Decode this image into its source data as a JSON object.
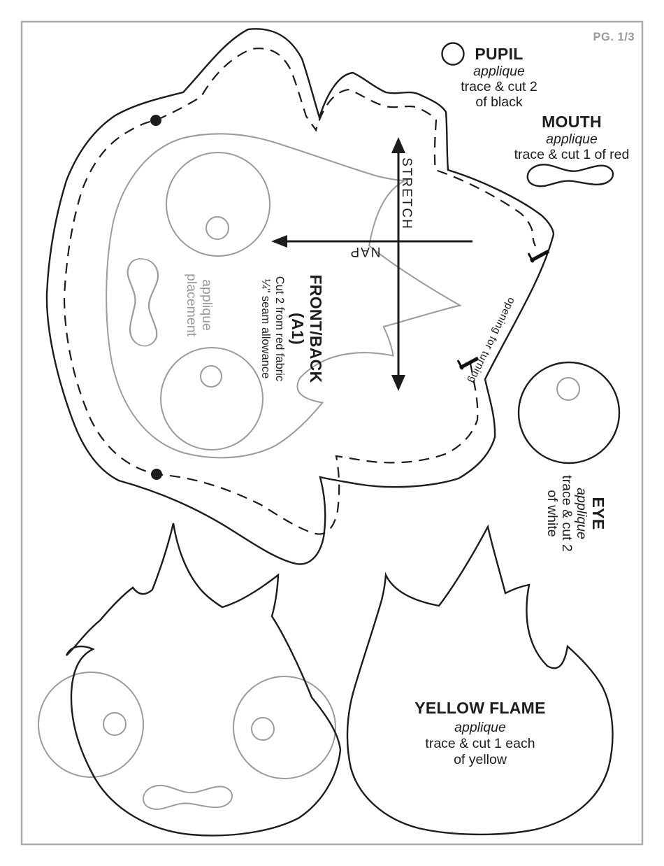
{
  "page": {
    "number_label": "PG. 1/3"
  },
  "colors": {
    "ink": "#1c1c1c",
    "applique_gray": "#9b9b9b",
    "page_border": "#ababab",
    "muted_text": "#9a9a9a"
  },
  "pieces": {
    "pupil": {
      "title": "PUPIL",
      "subtitle": "applique",
      "line1": "trace & cut 2",
      "line2": "of black"
    },
    "mouth": {
      "title": "MOUTH",
      "subtitle": "applique",
      "line1": "trace & cut 1 of red"
    },
    "front_back": {
      "title": "FRONT/BACK",
      "code": "(A1)",
      "line1": "Cut 2 from red fabric",
      "line2": "¼\" seam allowance"
    },
    "eye": {
      "title": "EYE",
      "subtitle": "applique",
      "line1": "trace & cut 2",
      "line2": "of white"
    },
    "yellow_flame": {
      "title": "YELLOW FLAME",
      "subtitle": "applique",
      "line1": "trace & cut 1 each",
      "line2": "of yellow"
    }
  },
  "annotations": {
    "stretch": "STRETCH",
    "nap": "NAP",
    "opening": "opening for turning",
    "applique_placement_line1": "applique",
    "applique_placement_line2": "placement"
  }
}
